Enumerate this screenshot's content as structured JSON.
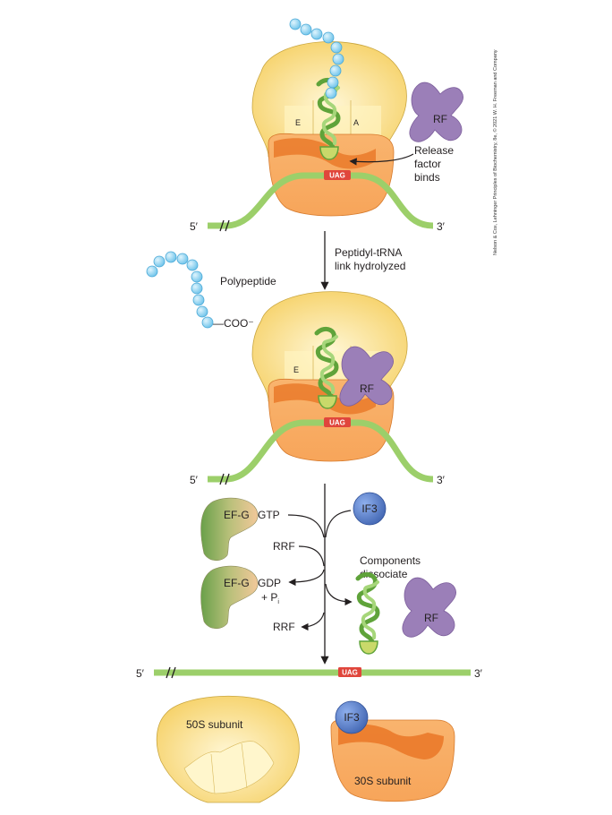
{
  "credit": "Nelson & Cox, Lehninger Principles of Biochemistry, 8e, © 2021 W. H. Freeman and Company",
  "labels": {
    "five_prime": "5′",
    "three_prime": "3′",
    "stop_codon": "UAG",
    "site_e": "E",
    "site_a": "A",
    "rf": "RF",
    "release_factor_binds": [
      "Release",
      "factor",
      "binds"
    ],
    "step1": [
      "Peptidyl-tRNA",
      "link hydrolyzed"
    ],
    "polypeptide": "Polypeptide",
    "coo": "—COO⁻",
    "ef_g": "EF-G",
    "gtp": "GTP",
    "gdp": "GDP",
    "pi_plus": "+ P",
    "pi_sub": "i",
    "rrf": "RRF",
    "if3": "IF3",
    "components_dissociate": [
      "Components",
      "dissociate"
    ],
    "subunit_50s": "50S subunit",
    "subunit_30s": "30S subunit"
  },
  "colors": {
    "mrna": "#9ccf6a",
    "large_subunit": "#fde08a",
    "small_subunit": "#f7a55a",
    "small_subunit_dark": "#ea7a2a",
    "rf": "#9b7fb8",
    "trna": "#7cbf4a",
    "bead": "#8fd3f2",
    "if3": "#5b7fc9",
    "efg_light": "#f2c89a",
    "efg_dark": "#6aa04a",
    "stop": "#e0463c"
  }
}
